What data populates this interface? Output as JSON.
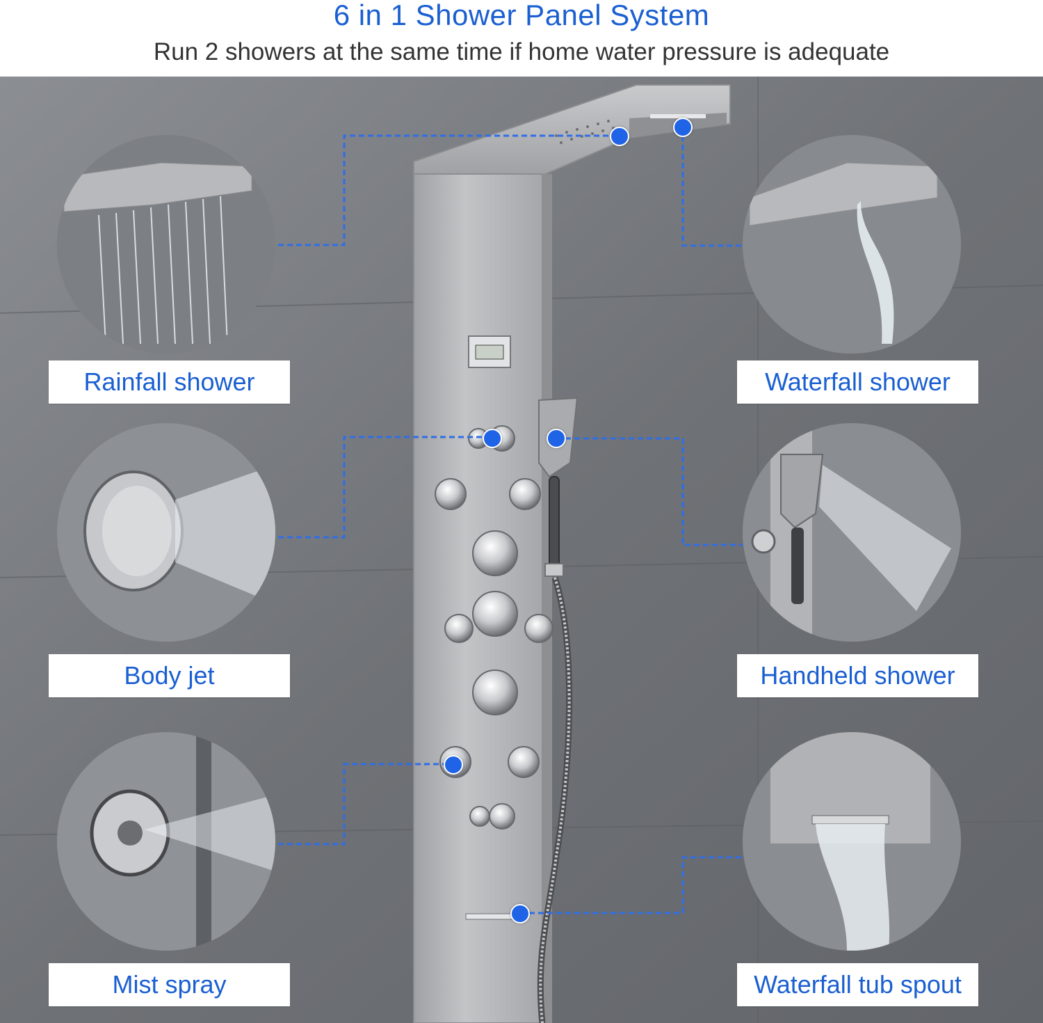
{
  "header": {
    "title": "6 in 1 Shower Panel System",
    "subtitle": "Run 2 showers at the same time if home water pressure is adequate"
  },
  "features": {
    "rainfall": "Rainfall shower",
    "waterfall": "Waterfall shower",
    "body_jet": "Body jet",
    "handheld": "Handheld shower",
    "mist": "Mist spray",
    "tub_spout": "Waterfall tub spout"
  },
  "colors": {
    "accent": "#1a5fd1",
    "leader_line": "#2f6ee8",
    "wall": "#7a7d82",
    "panel": "#b8b9bb"
  }
}
